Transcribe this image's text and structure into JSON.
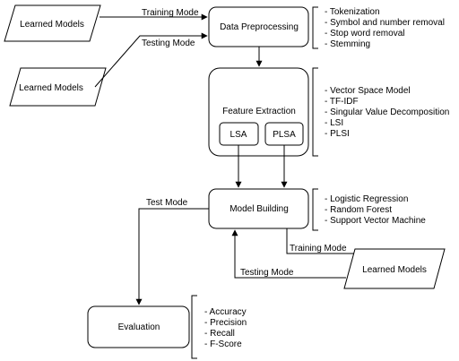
{
  "nodes": {
    "learned_models_top": "Learned Models",
    "learned_models_left": "Learned Models",
    "learned_models_right": "Learned Models",
    "data_preprocessing": "Data Preprocessing",
    "feature_extraction": "Feature Extraction",
    "lsa": "LSA",
    "plsa": "PLSA",
    "model_building": "Model Building",
    "evaluation": "Evaluation"
  },
  "edges": {
    "training_mode_top": "Training Mode",
    "testing_mode_top": "Testing Mode",
    "test_mode": "Test Mode",
    "training_mode_bottom": "Training Mode",
    "testing_mode_bottom": "Testing Mode"
  },
  "annotations": {
    "preprocessing": [
      "- Tokenization",
      "- Symbol and number removal",
      "- Stop word removal",
      "- Stemming"
    ],
    "feature_extraction": [
      "- Vector Space Model",
      "- TF-IDF",
      "- Singular Value Decomposition",
      "- LSI",
      "- PLSI"
    ],
    "model_building": [
      "- Logistic Regression",
      "- Random Forest",
      "- Support Vector Machine"
    ],
    "evaluation": [
      "- Accuracy",
      "- Precision",
      "- Recall",
      "- F-Score"
    ]
  }
}
